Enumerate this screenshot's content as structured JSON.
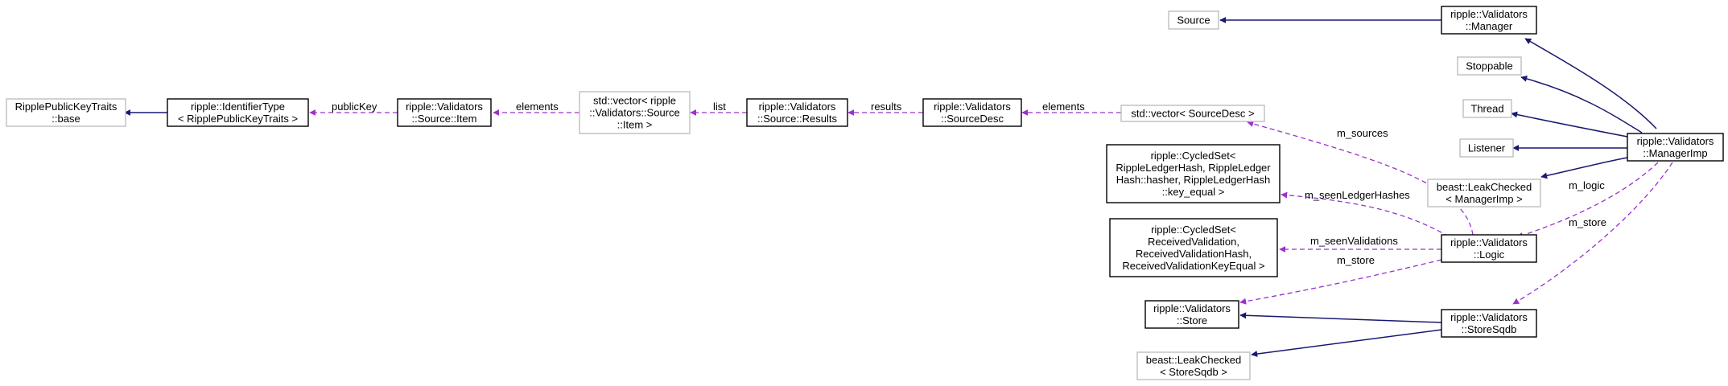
{
  "colors": {
    "inherit_edge": "#191970",
    "usage_edge": "#9a32cd",
    "node_border": "#000000",
    "external_border": "#bfbfbf",
    "focus_fill": "#bfbfbf"
  },
  "nodes": [
    {
      "id": "rplbase",
      "lines": [
        "RipplePublicKeyTraits",
        "::base"
      ],
      "style": "external"
    },
    {
      "id": "idtype",
      "lines": [
        "ripple::IdentifierType",
        "< RipplePublicKeyTraits >"
      ],
      "style": "normal"
    },
    {
      "id": "srcitem",
      "lines": [
        "ripple::Validators",
        "::Source::Item"
      ],
      "style": "normal"
    },
    {
      "id": "vecitem",
      "lines": [
        "std::vector< ripple",
        "::Validators::Source",
        "::Item >"
      ],
      "style": "external"
    },
    {
      "id": "srcresults",
      "lines": [
        "ripple::Validators",
        "::Source::Results"
      ],
      "style": "normal"
    },
    {
      "id": "srcdesc",
      "lines": [
        "ripple::Validators",
        "::SourceDesc"
      ],
      "style": "normal"
    },
    {
      "id": "vecdesc",
      "lines": [
        "std::vector< SourceDesc >"
      ],
      "style": "external"
    },
    {
      "id": "source",
      "lines": [
        "Source"
      ],
      "style": "external"
    },
    {
      "id": "manager",
      "lines": [
        "ripple::Validators",
        "::Manager"
      ],
      "style": "normal"
    },
    {
      "id": "stoppable",
      "lines": [
        "Stoppable"
      ],
      "style": "external"
    },
    {
      "id": "thread",
      "lines": [
        "Thread"
      ],
      "style": "external"
    },
    {
      "id": "listener",
      "lines": [
        "Listener"
      ],
      "style": "external"
    },
    {
      "id": "leakmgr",
      "lines": [
        "beast::LeakChecked",
        "< ManagerImp >"
      ],
      "style": "external"
    },
    {
      "id": "managerimp",
      "lines": [
        "ripple::Validators",
        "::ManagerImp"
      ],
      "style": "focus"
    },
    {
      "id": "cyc1",
      "lines": [
        "ripple::CycledSet<",
        " RippleLedgerHash, RippleLedger",
        "Hash::hasher, RippleLedgerHash",
        "::key_equal >"
      ],
      "style": "normal"
    },
    {
      "id": "cyc2",
      "lines": [
        "ripple::CycledSet<",
        " ReceivedValidation,",
        " ReceivedValidationHash,",
        " ReceivedValidationKeyEqual >"
      ],
      "style": "normal"
    },
    {
      "id": "logic",
      "lines": [
        "ripple::Validators",
        "::Logic"
      ],
      "style": "normal"
    },
    {
      "id": "store",
      "lines": [
        "ripple::Validators",
        "::Store"
      ],
      "style": "normal"
    },
    {
      "id": "storesqdb",
      "lines": [
        "ripple::Validators",
        "::StoreSqdb"
      ],
      "style": "normal"
    },
    {
      "id": "leaksqdb",
      "lines": [
        "beast::LeakChecked",
        "< StoreSqdb >"
      ],
      "style": "external"
    }
  ],
  "edge_labels": {
    "publicKey": "publicKey",
    "elements_item": "elements",
    "list": "list",
    "results": "results",
    "elements_desc": "elements",
    "m_sources": "m_sources",
    "m_seenLedgerHashes": "m_seenLedgerHashes",
    "m_seenValidations": "m_seenValidations",
    "m_store_logic": "m_store",
    "m_logic": "m_logic",
    "m_store_mgr": "m_store"
  }
}
